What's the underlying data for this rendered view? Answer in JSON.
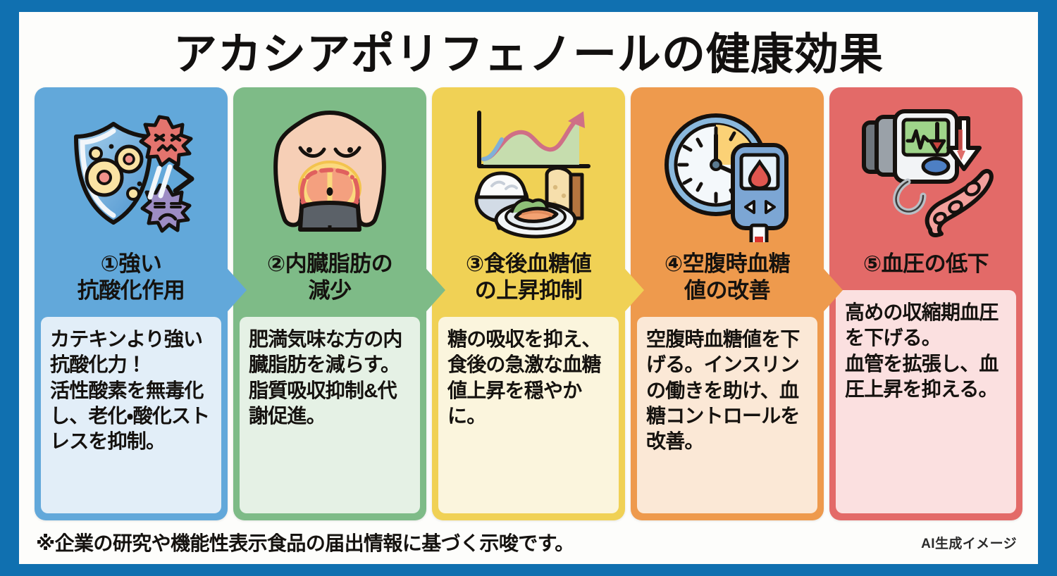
{
  "poster": {
    "title": "アカシアポリフェノールの健康効果",
    "border_color": "#1070b0",
    "background_color": "#fdfdfb"
  },
  "cards": [
    {
      "number": "①",
      "icon": "shield-antioxidant-icon",
      "title": "①強い\n抗酸化作用",
      "title_line1": "①強い",
      "title_line2": "抗酸化作用",
      "body": "カテキンより強い抗酸化力！\n活性酸素を無毒化し、老化・酸化ストレスを抑制。",
      "header_color": "#62a8da",
      "body_color": "#e2eef8",
      "accent": "#62a8da"
    },
    {
      "number": "②",
      "icon": "belly-fat-body-icon",
      "title": "②内臓脂肪の\n減少",
      "title_line1": "②内臓脂肪の",
      "title_line2": "減少",
      "body": "肥満気味な方の内臓脂肪を減らす。脂質吸収抑制&代謝促進。",
      "header_color": "#7ebb87",
      "body_color": "#e5f1e5",
      "accent": "#7ebb87"
    },
    {
      "number": "③",
      "icon": "blood-sugar-meal-chart-icon",
      "title": "③食後血糖値\nの上昇抑制",
      "title_line1": "③食後血糖値",
      "title_line2": "の上昇抑制",
      "body": "糖の吸収を抑え、食後の急激な血糖値上昇を穏やかに。",
      "header_color": "#f0d155",
      "body_color": "#fbf5dd",
      "accent": "#f0d155"
    },
    {
      "number": "④",
      "icon": "clock-glucose-meter-icon",
      "title": "④空腹時血糖\n値の改善",
      "title_line1": "④空腹時血糖",
      "title_line2": "値の改善",
      "body": "空腹時血糖値を下げる。インスリンの働きを助け、血糖コントロールを改善。",
      "header_color": "#ee9a4d",
      "body_color": "#fbe8d6",
      "accent": "#ee9a4d"
    },
    {
      "number": "⑤",
      "icon": "blood-pressure-monitor-icon",
      "title": "⑤血圧の低下",
      "title_line1": "⑤血圧の低下",
      "title_line2": "",
      "body": "高めの収縮期血圧を下げる。\n血管を拡張し、血圧上昇を抑える。",
      "header_color": "#e36a68",
      "body_color": "#fbe0e0",
      "accent": "#e36a68"
    }
  ],
  "footer": {
    "note": "※企業の研究や機能性表示食品の届出情報に基づく示唆です。",
    "credit": "AI生成イメージ"
  }
}
